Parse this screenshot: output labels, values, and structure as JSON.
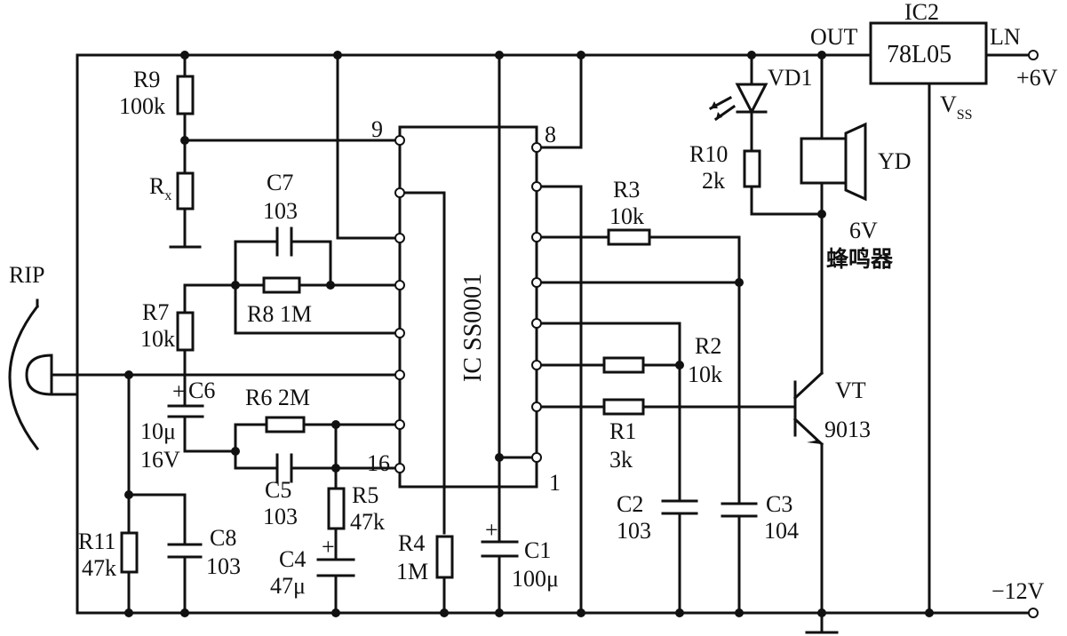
{
  "labels": {
    "ic_main": "IC SS0001",
    "ic2": "IC2",
    "reg": "78L05",
    "out": "OUT",
    "ln": "LN",
    "v_pos": "+6V",
    "v_neg": "−12V",
    "vss": "V",
    "vss_sub": "SS",
    "pin9": "9",
    "pin8": "8",
    "pin16": "16",
    "pin1": "1",
    "rip": "RIP",
    "vd1": "VD1",
    "yd": "YD",
    "buzzer_v": "6V",
    "buzzer_cn": "蜂鸣器",
    "vt": "VT",
    "vt_part": "9013",
    "r9": "R9",
    "r9v": "100k",
    "rx": "R",
    "rx_sub": "x",
    "c7": "C7",
    "c7v": "103",
    "r7": "R7",
    "r7v": "10k",
    "r8": "R8 1M",
    "c6": "C6",
    "c6v1": "10μ",
    "c6v2": "16V",
    "r6": "R6 2M",
    "c5": "C5",
    "c5v": "103",
    "r5": "R5",
    "r5v": "47k",
    "c4": "C4",
    "c4v": "47μ",
    "r11": "R11",
    "r11v": "47k",
    "c8": "C8",
    "c8v": "103",
    "r4": "R4",
    "r4v": "1M",
    "c1": "C1",
    "c1v": "100μ",
    "r3": "R3",
    "r3v": "10k",
    "r2": "R2",
    "r2v": "10k",
    "r1": "R1",
    "r1v": "3k",
    "c2": "C2",
    "c2v": "103",
    "c3": "C3",
    "c3v": "104",
    "r10": "R10",
    "r10v": "2k",
    "plus": "+"
  }
}
